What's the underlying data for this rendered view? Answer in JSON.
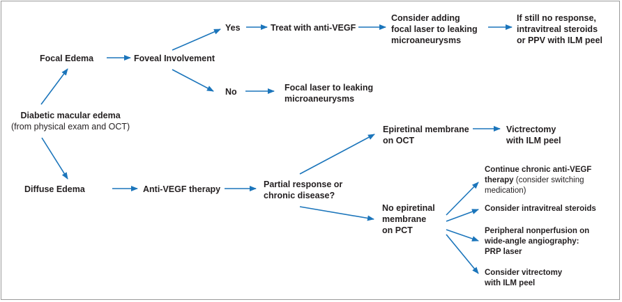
{
  "colors": {
    "arrow": "#1b75bb",
    "text": "#231f20",
    "border": "#9a9a9a"
  },
  "nodes": {
    "dme": {
      "title": "Diabetic macular edema",
      "subtitle": "(from physical exam and OCT)"
    },
    "focal": "Focal Edema",
    "foveal": "Foveal Involvement",
    "yes": "Yes",
    "treat": "Treat with anti-VEGF",
    "consider_focal": {
      "l1": "Consider adding",
      "l2": "focal laser to leaking",
      "l3": "microaneurysms"
    },
    "still": {
      "l1": "If still no response,",
      "l2": "intravitreal steroids",
      "l3": "or PPV with ILM peel"
    },
    "no": "No",
    "focal_laser": {
      "l1": "Focal laser to leaking",
      "l2": "microaneurysms"
    },
    "diffuse": "Diffuse Edema",
    "antivegf": "Anti-VEGF therapy",
    "partial": {
      "l1": "Partial response or",
      "l2": "chronic disease?"
    },
    "erm": {
      "l1": "Epiretinal membrane",
      "l2": "on OCT"
    },
    "vitrectomy": {
      "l1": "Victrectomy",
      "l2": "with ILM peel"
    },
    "no_erm": {
      "l1": "No epiretinal",
      "l2": "membrane",
      "l3": "on PCT"
    },
    "continue": {
      "l1": "Continue chronic anti-VEGF",
      "l2a": "therapy",
      "l2b": " (consider switching",
      "l3": "medication)"
    },
    "steroids": "Consider intravitreal steroids",
    "peripheral": {
      "l1": "Peripheral nonperfusion on",
      "l2": "wide-angle angiography:",
      "l3": "PRP laser"
    },
    "consider_vit": {
      "l1": "Consider vitrectomy",
      "l2": "with ILM peel"
    }
  }
}
